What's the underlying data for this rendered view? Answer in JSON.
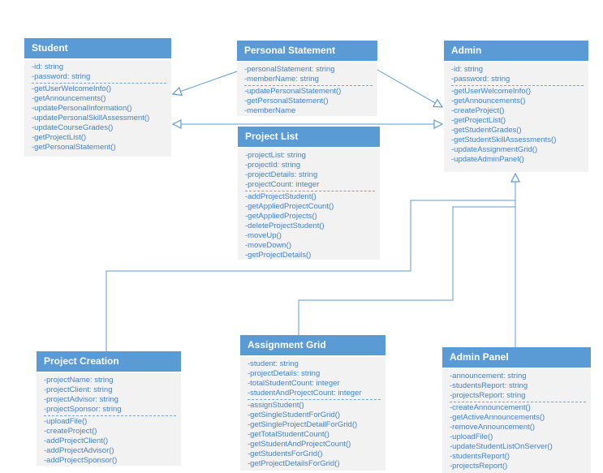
{
  "diagram": {
    "type": "uml-class-diagram",
    "colors": {
      "header_bg": "#5B9BD5",
      "header_text": "#FFFFFF",
      "body_bg": "#F2F2F2",
      "body_text": "#4383C4",
      "connector": "#5B9BD5"
    },
    "classes": {
      "student": {
        "name": "Student",
        "attributes": [
          "-id: string",
          "-password: string"
        ],
        "methods": [
          "-getUserWelcomeInfo()",
          "-getAnnouncements()",
          "-updatePersonalInformation()",
          "-updatePersonalSkillAssessment()",
          "-updateCourseGrades()",
          "-getProjectList()",
          "-getPersonalStatement()"
        ]
      },
      "personal_statement": {
        "name": "Personal Statement",
        "attributes": [
          "-personalStatement: string",
          "-memberName: string"
        ],
        "methods": [
          "-updatePersonalStatement()",
          "-getPersonalStatement()",
          "-memberName"
        ]
      },
      "admin": {
        "name": "Admin",
        "attributes": [
          "-id: string",
          "-password: string"
        ],
        "methods": [
          "-getUserWelcomeInfo()",
          "-getAnnouncements()",
          "-createProject()",
          "-getProjectList()",
          "-getStudentGrades()",
          "-getStudentSkillAssessments()",
          "-updateAssignmentGrid()",
          "-updateAdminPanel()"
        ]
      },
      "project_list": {
        "name": "Project List",
        "attributes": [
          "-projectList: string",
          "-projectId: string",
          "-projectDetails: string",
          "-projectCount: integer"
        ],
        "methods": [
          "-addProjectStudent()",
          "-getAppliedProjectCount()",
          "-getAppliedProjects()",
          "-deleteProjectStudent()",
          "-moveUp()",
          "-moveDown()",
          "-getProjectDetails()"
        ]
      },
      "project_creation": {
        "name": "Project Creation",
        "attributes": [
          "-projectName: string",
          "-projectClient: string",
          "-projectAdvisor: string",
          "-projectSponsor: string"
        ],
        "methods": [
          "-uploadFile()",
          "-createProject()",
          "-addProjectClient()",
          "-addProjectAdvisor()",
          "-addProjectSponsor()"
        ]
      },
      "assignment_grid": {
        "name": "Assignment Grid",
        "attributes": [
          "-student: string",
          "-projectDetails: string",
          "-totalStudentCount: integer",
          "-studentAndProjectCount: integer"
        ],
        "methods": [
          "-assignStudent()",
          "-getSingleStudentForGrid()",
          "-getSingleProjectDetailForGrid()",
          "-getTotalStudentCount()",
          "-getStudentAndProjectCount()",
          "-getStudentsForGrid()",
          "-getProjectDetailsForGrid()"
        ]
      },
      "admin_panel": {
        "name": "Admin Panel",
        "attributes": [
          "-announcement: string",
          "-studentsReport: string",
          "-projectsReport: string"
        ],
        "methods": [
          "-createAnnouncement()",
          "-getActiveAnnouncements()",
          "-removeAnnouncement()",
          "-uploadFile()",
          "-updateStudentListOnServer()",
          "-studentsReport()",
          "-projectsReport()"
        ]
      }
    },
    "connectors": [
      {
        "from": "Personal Statement",
        "to": "Student",
        "style": "open-arrow"
      },
      {
        "from": "Personal Statement",
        "to": "Admin",
        "style": "open-arrow"
      },
      {
        "from": "Project List",
        "to": "Student",
        "style": "open-arrow"
      },
      {
        "from": "Project List",
        "to": "Admin",
        "style": "open-arrow"
      },
      {
        "from": "Project Creation",
        "to": "Admin",
        "style": "open-arrow"
      },
      {
        "from": "Assignment Grid",
        "to": "Admin",
        "style": "open-arrow"
      },
      {
        "from": "Admin Panel",
        "to": "Admin",
        "style": "open-arrow"
      }
    ]
  }
}
